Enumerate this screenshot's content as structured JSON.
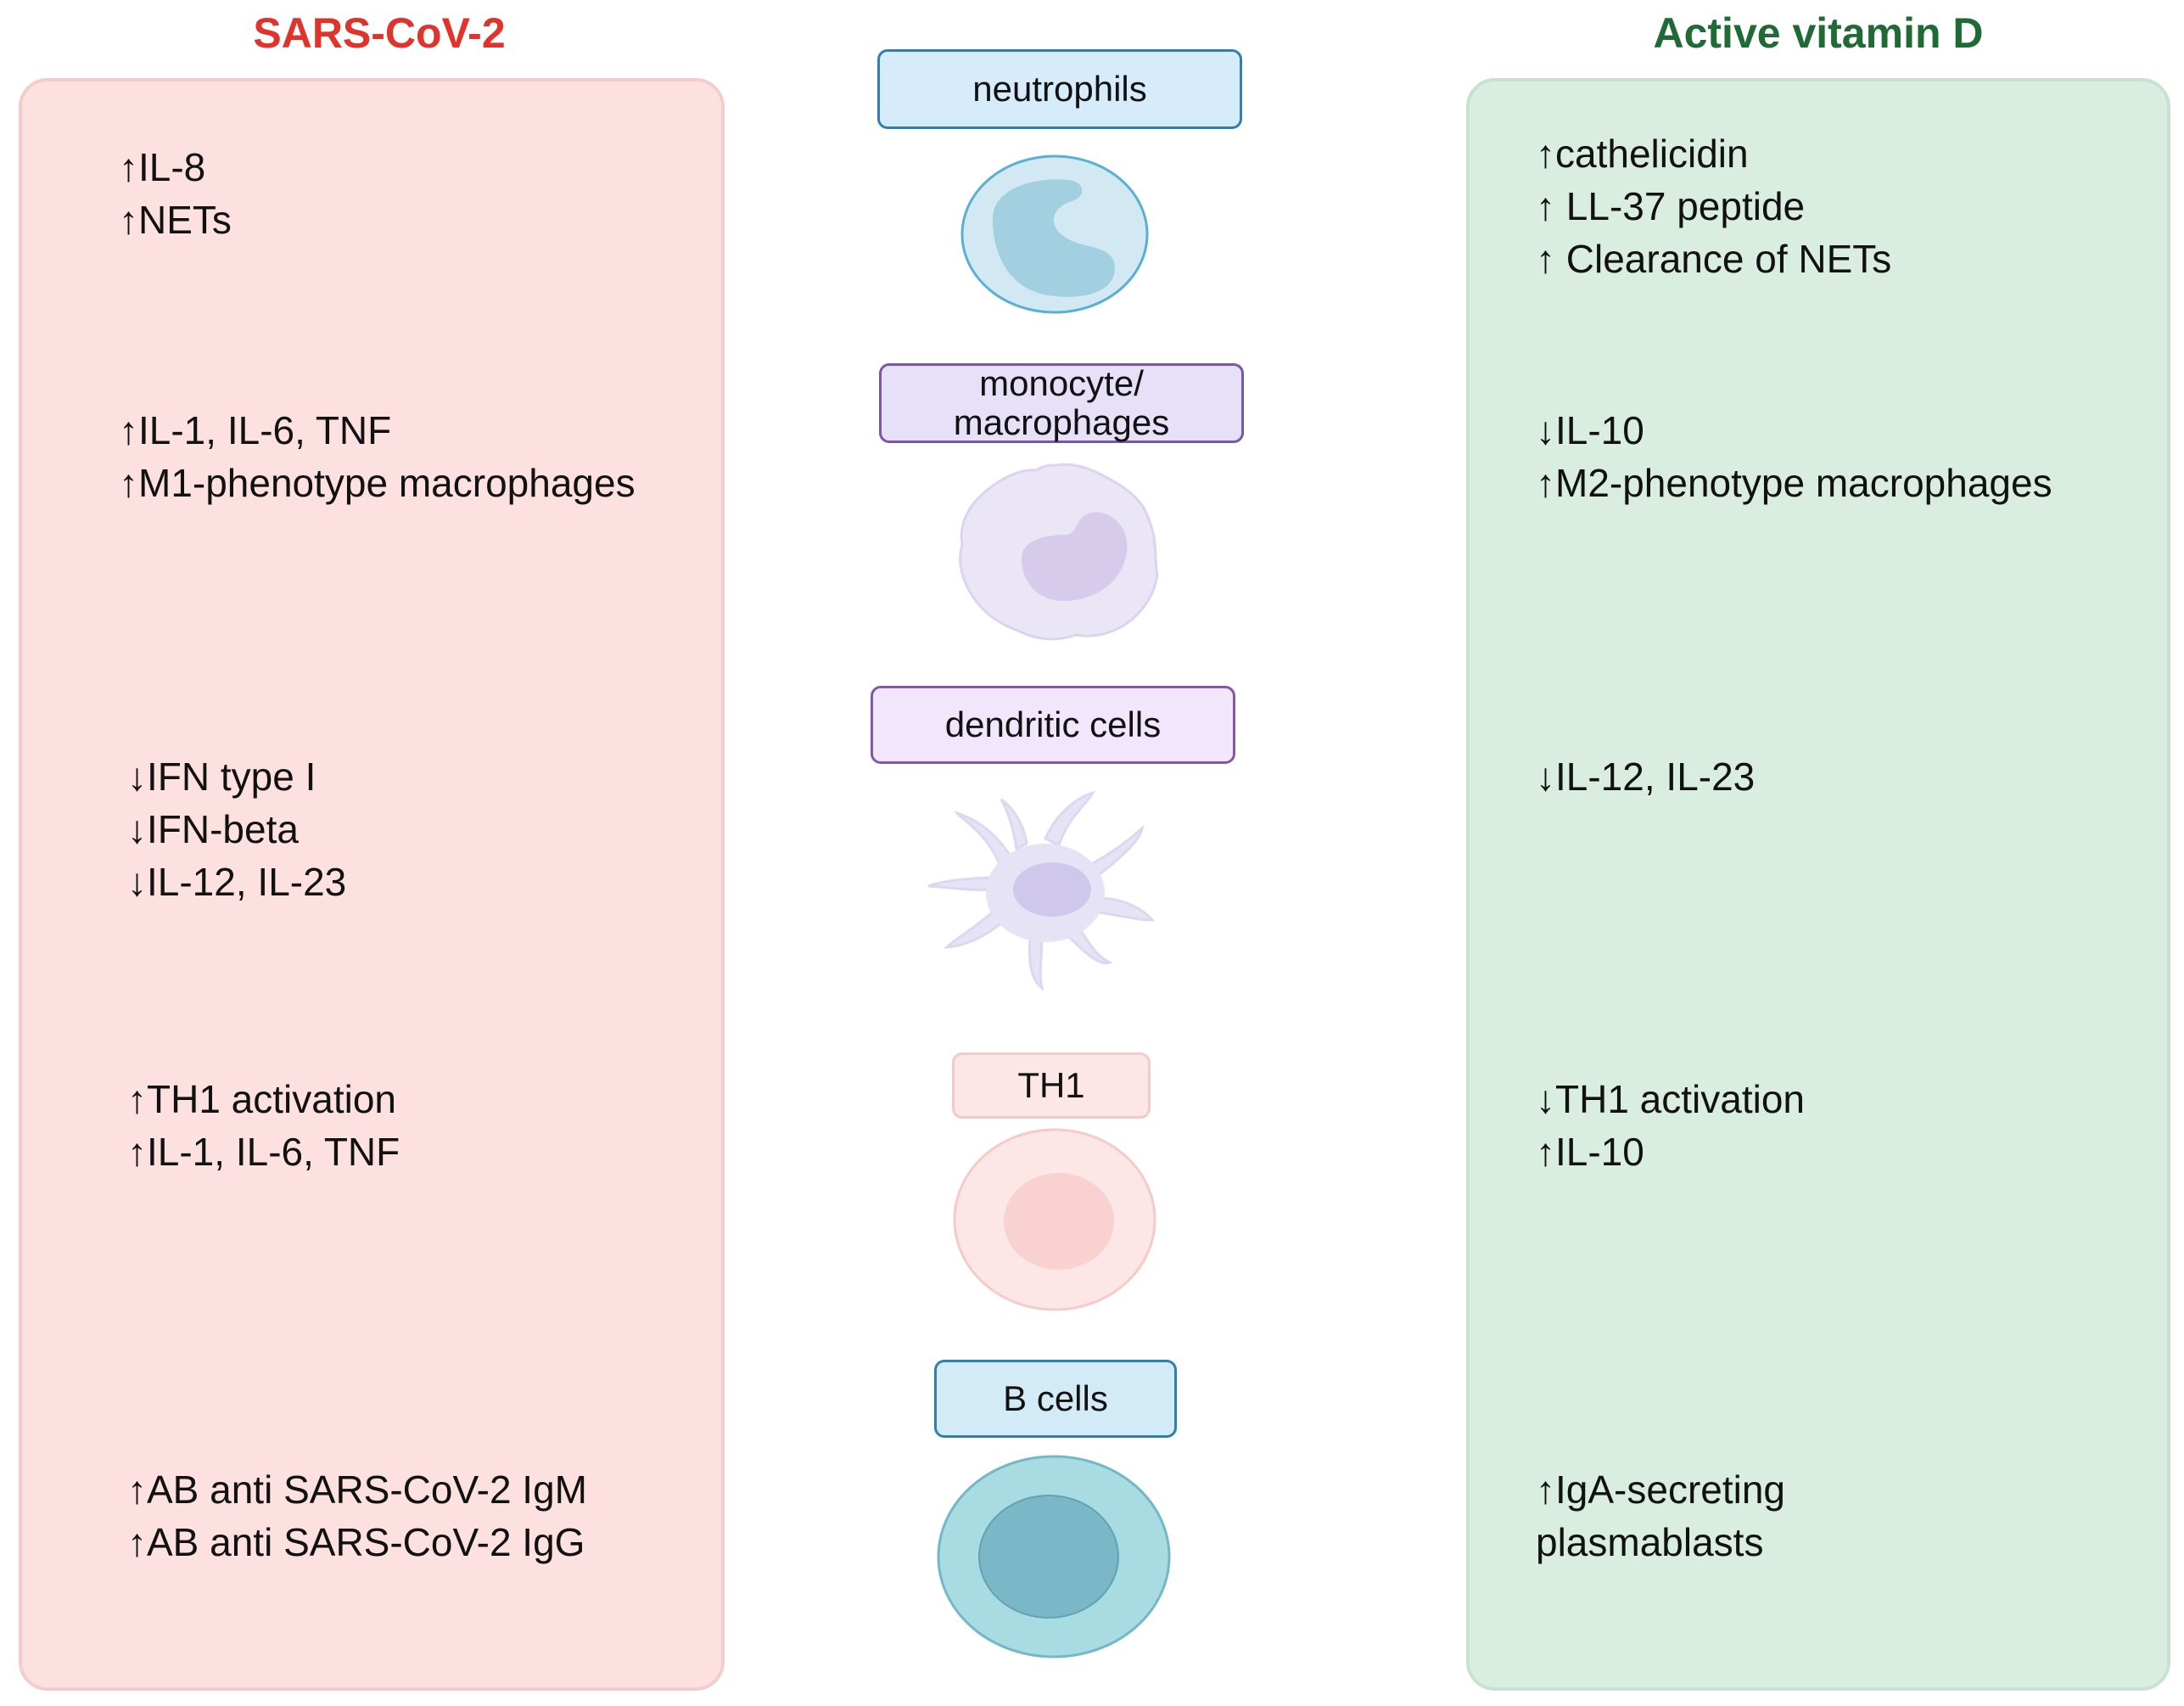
{
  "titles": {
    "left": "SARS-CoV-2",
    "right": "Active vitamin D"
  },
  "colors": {
    "left_title": "#e0332b",
    "right_title": "#1f6b35",
    "left_panel": "#fde1e1",
    "right_panel": "#d9ede0"
  },
  "cells": [
    {
      "label": "neutrophils",
      "icon": "neutrophil-icon"
    },
    {
      "label": "monocyte/ macrophages",
      "icon": "macrophage-icon"
    },
    {
      "label": "dendritic cells",
      "icon": "dendritic-cell-icon"
    },
    {
      "label": "TH1",
      "icon": "th1-cell-icon"
    },
    {
      "label": "B cells",
      "icon": "b-cell-icon"
    }
  ],
  "sars_cov2_effects": [
    [
      "↑IL-8",
      "↑NETs"
    ],
    [
      "↑IL-1, IL-6, TNF",
      "↑M1-phenotype macrophages"
    ],
    [
      "↓IFN type I",
      "↓IFN-beta",
      "↓IL-12, IL-23"
    ],
    [
      "↑TH1 activation",
      "↑IL-1, IL-6, TNF"
    ],
    [
      "↑AB anti SARS-CoV-2 IgM",
      "↑AB anti SARS-CoV-2 IgG"
    ]
  ],
  "vitamin_d_effects": [
    [
      "↑cathelicidin",
      "↑ LL-37 peptide",
      "↑ Clearance of NETs"
    ],
    [
      "↓IL-10",
      "↑M2-phenotype macrophages"
    ],
    [
      "↓IL-12, IL-23"
    ],
    [
      "↓TH1 activation",
      "↑IL-10"
    ],
    [
      "↑IgA-secreting",
      "plasmablasts"
    ]
  ]
}
